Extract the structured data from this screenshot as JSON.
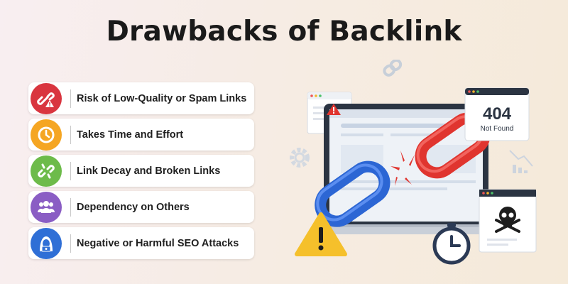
{
  "title": "Drawbacks of Backlink",
  "items": [
    {
      "label": "Risk of Low-Quality or Spam Links",
      "icon": "broken-link-warning-icon",
      "color": "#d9353f"
    },
    {
      "label": "Takes Time and Effort",
      "icon": "clock-icon",
      "color": "#f5a623"
    },
    {
      "label": "Link Decay and Broken Links",
      "icon": "broken-link-icon",
      "color": "#6dbb4a"
    },
    {
      "label": "Dependency on Others",
      "icon": "group-people-icon",
      "color": "#8a5dc4"
    },
    {
      "label": "Negative or Harmful SEO Attacks",
      "icon": "hacker-icon",
      "color": "#2f6fd6"
    }
  ],
  "illustration": {
    "error_code": "404",
    "error_text": "Not Found"
  },
  "colors": {
    "blue_link": "#2c66d4",
    "red_link": "#e0352f",
    "warning": "#f5c02b"
  }
}
